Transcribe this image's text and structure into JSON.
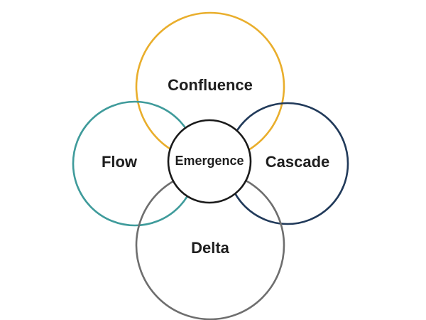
{
  "diagram": {
    "top": {
      "label": "Confluence",
      "color": "#E9AE2C"
    },
    "left": {
      "label": "Flow",
      "color": "#3F9B9B"
    },
    "right": {
      "label": "Cascade",
      "color": "#213A5A"
    },
    "bottom": {
      "label": "Delta",
      "color": "#6E6E6E"
    },
    "center": {
      "label": "Emergence",
      "color": "#1a1a1a"
    }
  }
}
